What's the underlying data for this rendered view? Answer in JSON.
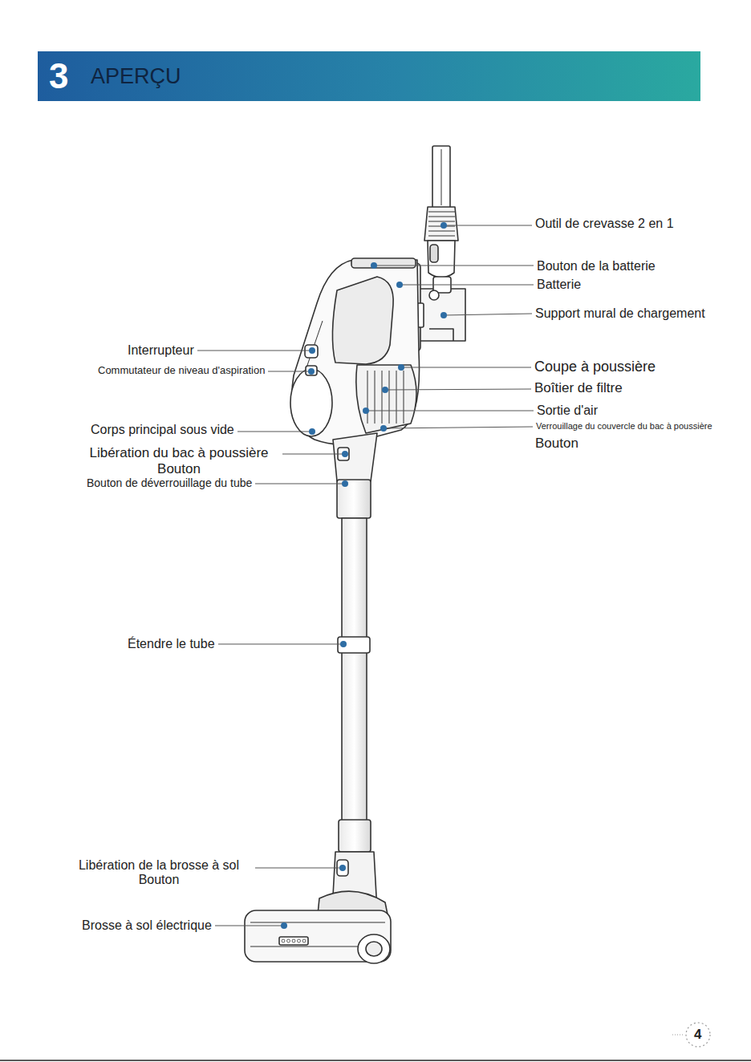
{
  "diagram": {
    "nodes": [
      {
        "text": [
          "3",
          "APERÇU"
        ]
      }
    ],
    "labels": [
      "Outil de crevasse 2 en 1",
      "Bouton de la batterie",
      "Batterie",
      "Support mural de chargement",
      "Interrupteur",
      "Commutateur de niveau d'aspiration",
      "Coupe à poussière",
      "Boîtier de filtre",
      "Sortie d'air",
      "Verrouillage du couvercle du bac à poussière",
      "Bouton",
      "Corps principal sous vide",
      "Libération du bac à poussière Bouton",
      "Bouton de déverrouillage du tube",
      "Étendre le tube",
      "Libération de la brosse à sol Bouton",
      "Brosse à sol électrique",
      "4"
    ]
  }
}
